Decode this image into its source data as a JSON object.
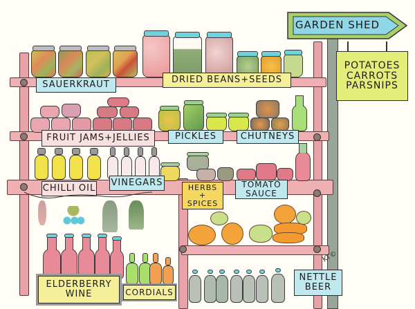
{
  "illustration": {
    "subject": "hand-drawn pantry shelves with labelled preserves",
    "signature": "KT©"
  },
  "signpost": {
    "arrow_label": "GARDEN SHED",
    "hanging_sign_lines": [
      "POTATOES",
      "CARROTS",
      "PARSNIPS"
    ]
  },
  "shelf_labels": {
    "top": [
      "SAUERKRAUT",
      "DRIED BEANS+SEEDS"
    ],
    "second": [
      "FRUIT JAMS+JELLIES",
      "PICKLES",
      "CHUTNEYS"
    ],
    "third": [
      "CHILLI OIL",
      "VINEGARS",
      "HERBS",
      "+",
      "SPICES",
      "TOMATO",
      "SAUCE"
    ],
    "bottom": [
      "ELDERBERRY",
      "WINE",
      "CORDIALS",
      "NETTLE",
      "BEER"
    ]
  },
  "colors": {
    "wood": "#eeb0b3",
    "post": "#e9a3a8",
    "label_blue": "#bfe9ef",
    "label_yellow": "#f6ef9a",
    "label_pink": "#f8dfe0",
    "sign_green": "#a8cf6a",
    "sign_blue": "#8fd6e6",
    "sign_yellow": "#e3ee7a"
  }
}
